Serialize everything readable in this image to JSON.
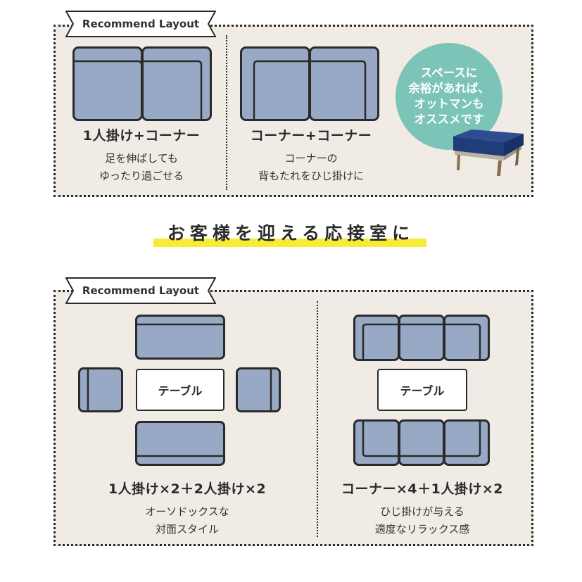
{
  "badge_text": "Recommend Layout",
  "top": {
    "left": {
      "title": "1人掛け+コーナー",
      "desc": [
        "足を伸ばしても",
        "ゆったり過ごせる"
      ]
    },
    "mid": {
      "title": "コーナー+コーナー",
      "desc": [
        "コーナーの",
        "背もたれをひじ掛けに"
      ]
    },
    "bubble": [
      "スペースに",
      "余裕があれば、",
      "オットマンも",
      "オススメです"
    ]
  },
  "headline": "お客様を迎える応接室に",
  "bottom": {
    "left": {
      "table": "テーブル",
      "title": "1人掛け×2＋2人掛け×2",
      "desc": [
        "オーソドックスな",
        "対面スタイル"
      ]
    },
    "right": {
      "table": "テーブル",
      "title": "コーナー×4＋1人掛け×2",
      "desc": [
        "ひじ掛けが与える",
        "適度なリラックス感"
      ]
    }
  },
  "colors": {
    "panel": "#f1ebe5",
    "sofa": "#97a9c4",
    "bubble": "#7cc4b7",
    "highlight": "#f6ec35",
    "ottoman": "#1f3d7a"
  }
}
